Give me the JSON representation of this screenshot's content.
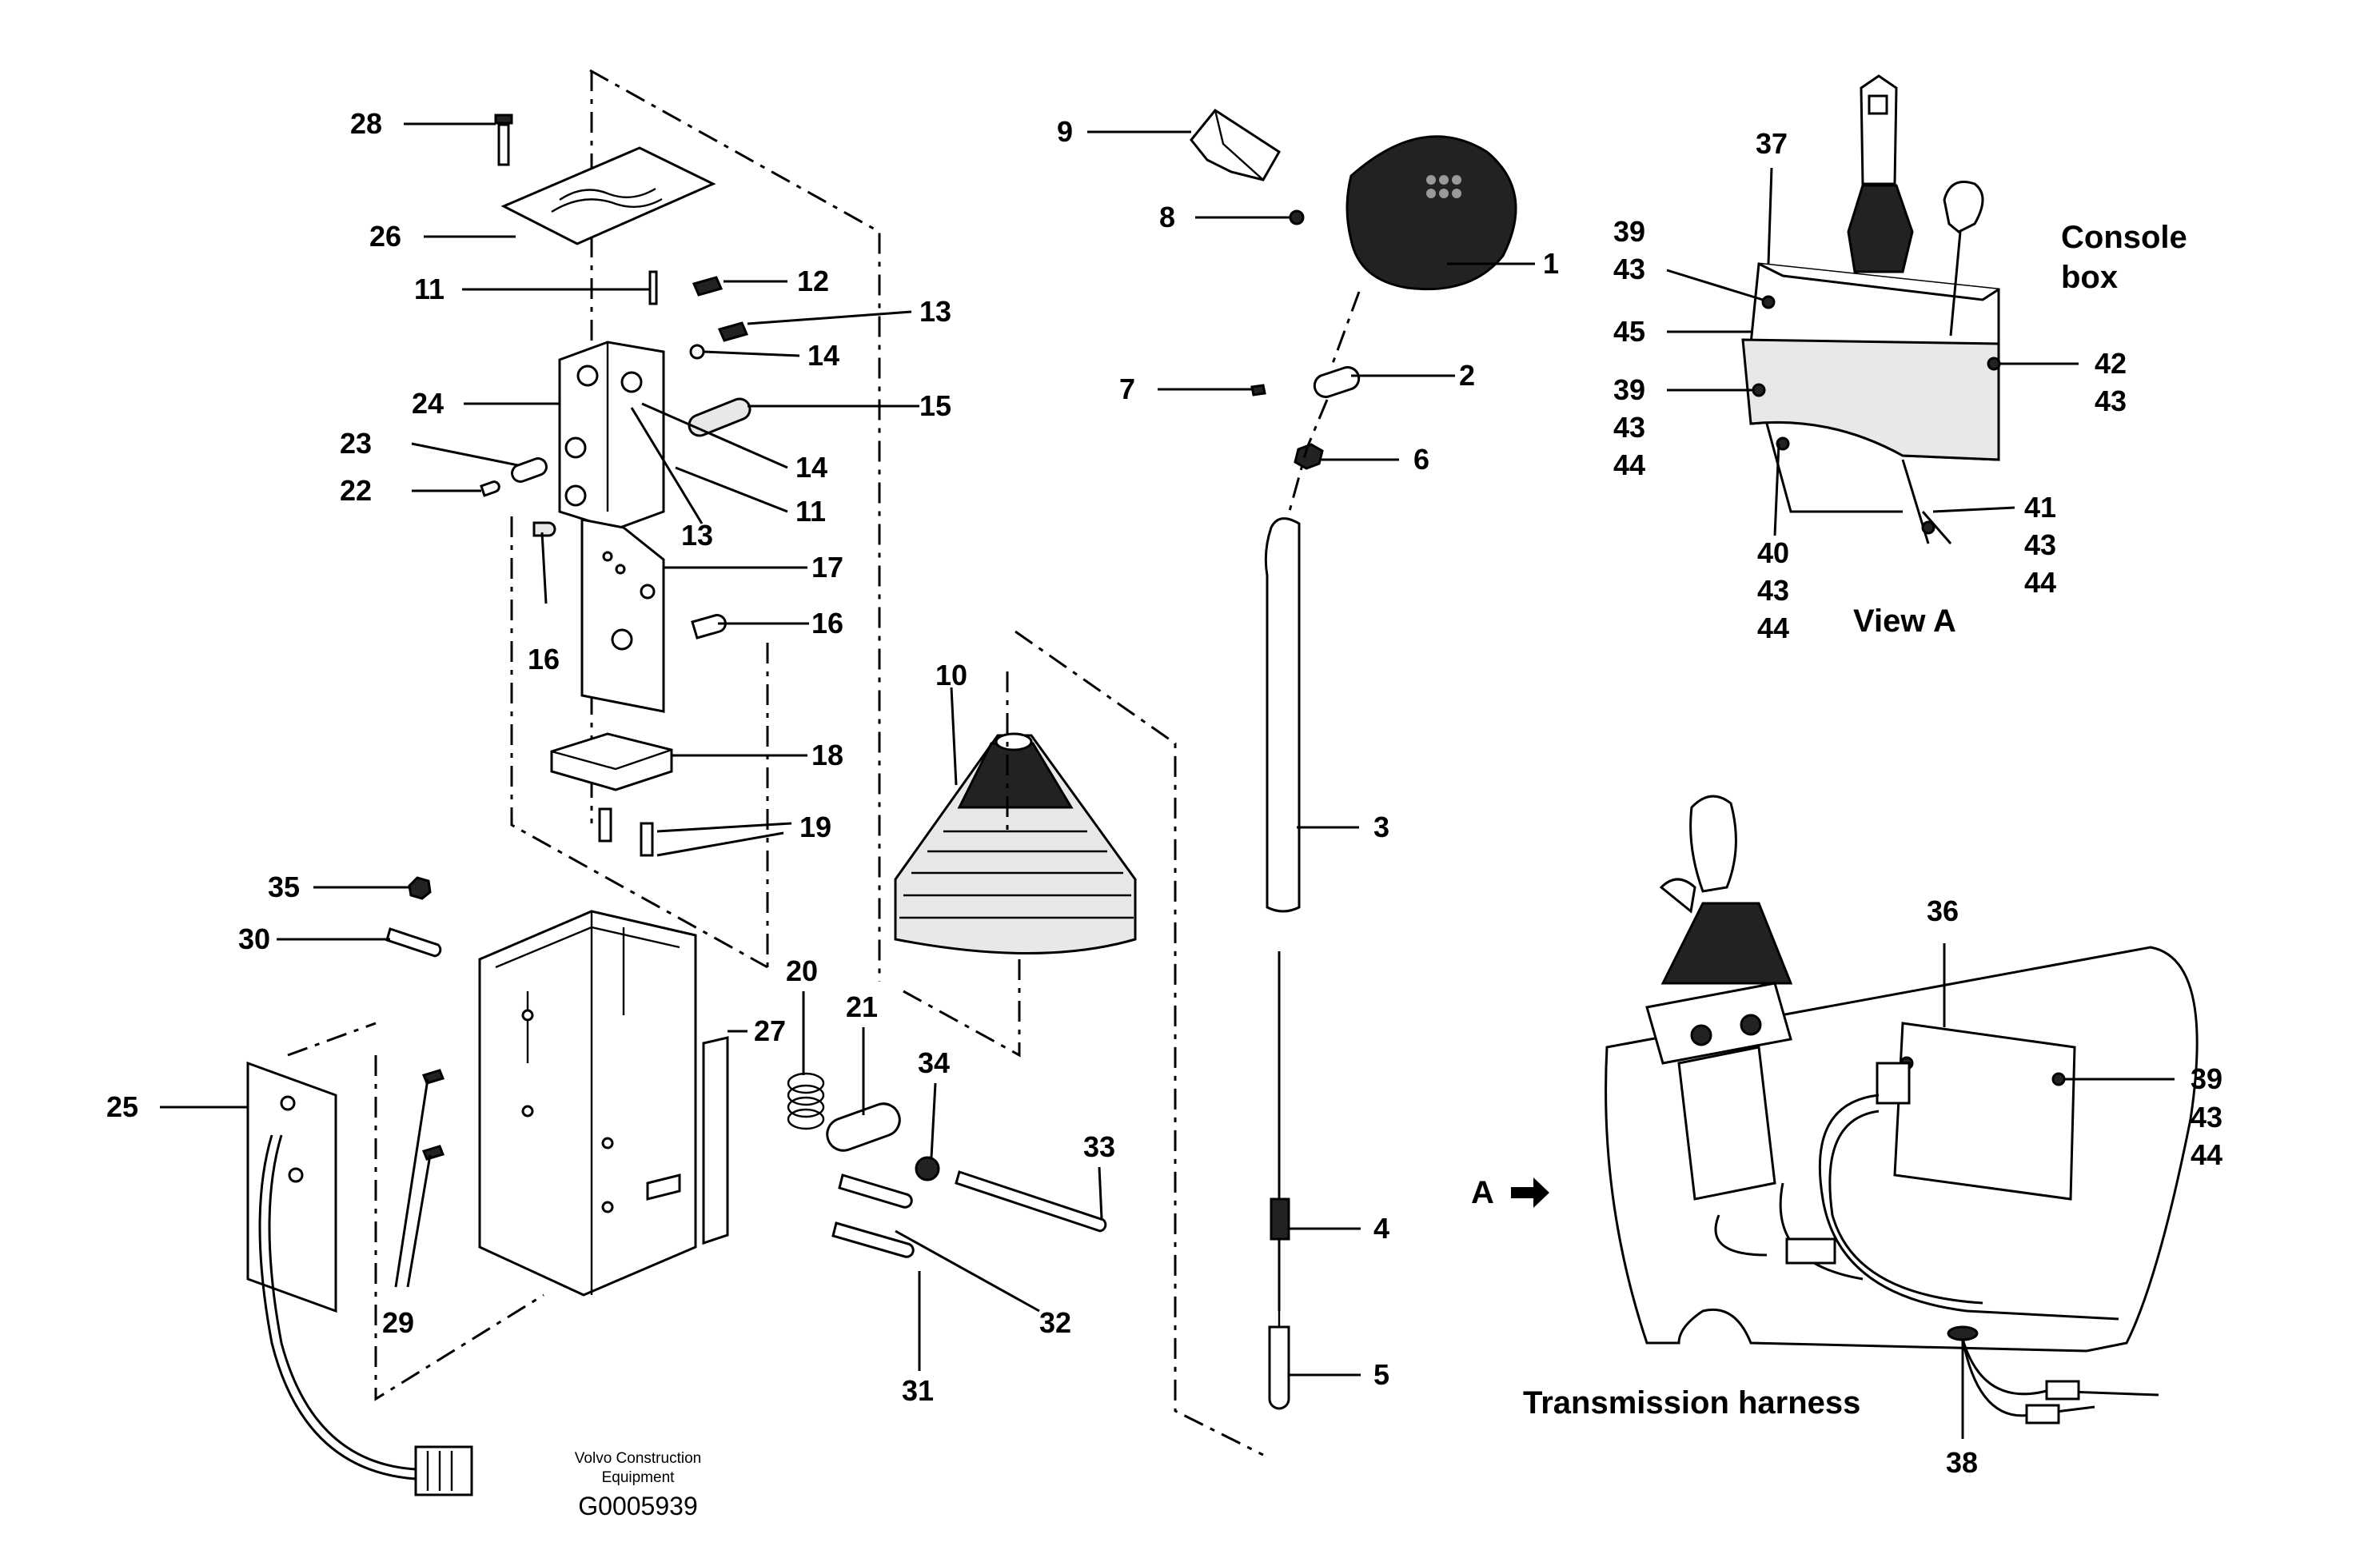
{
  "part_labels": {
    "p28": "28",
    "p26": "26",
    "p11a": "11",
    "p12": "12",
    "p13a": "13",
    "p14a": "14",
    "p24": "24",
    "p15": "15",
    "p23": "23",
    "p14b": "14",
    "p22": "22",
    "p11b": "11",
    "p13b": "13",
    "p17": "17",
    "p16a": "16",
    "p16b": "16",
    "p18": "18",
    "p19": "19",
    "p35": "35",
    "p30": "30",
    "p20": "20",
    "p27": "27",
    "p21": "21",
    "p34": "34",
    "p25": "25",
    "p33": "33",
    "p29": "29",
    "p32": "32",
    "p31": "31",
    "p10": "10",
    "p9": "9",
    "p8": "8",
    "p1": "1",
    "p7": "7",
    "p2": "2",
    "p6": "6",
    "p3": "3",
    "p4": "4",
    "p5": "5",
    "vA37": "37",
    "vA39a": "39",
    "vA43a": "43",
    "vA45": "45",
    "vA39b": "39",
    "vA43b": "43",
    "vA44b": "44",
    "vA42": "42",
    "vA43c": "43",
    "vA41": "41",
    "vA43d": "43",
    "vA44d": "44",
    "vA40": "40",
    "vA43e": "43",
    "vA44e": "44",
    "h36": "36",
    "h39": "39",
    "h43": "43",
    "h44": "44",
    "h38": "38"
  },
  "captions": {
    "console_box_line1": "Console",
    "console_box_line2": "box",
    "view_a": "View A",
    "arrow_a": "A",
    "transmission_harness": "Transmission harness"
  },
  "footer": {
    "company_line1": "Volvo Construction",
    "company_line2": "Equipment",
    "drawing_code": "G0005939"
  },
  "icons": {
    "arrow_a": "right-arrow-icon"
  }
}
